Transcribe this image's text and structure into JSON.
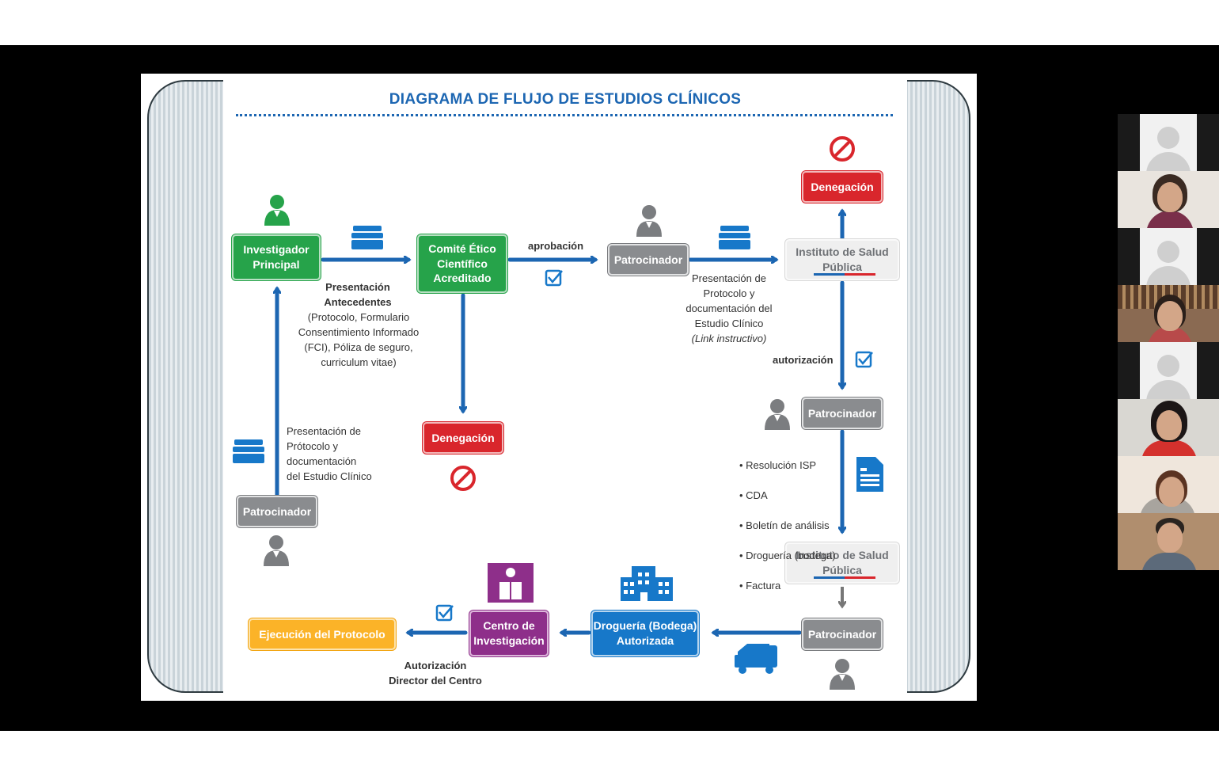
{
  "slide": {
    "title": "DIAGRAMA DE FLUJO DE ESTUDIOS CLÍNICOS",
    "nodes": {
      "investigador": "Investigador\nPrincipal",
      "comite": "Comité Ético\nCientífico\nAcreditado",
      "patrocinador_top": "Patrocinador",
      "isp_top": "Instituto de Salud\nPública",
      "denegacion_top": "Denegación",
      "denegacion_mid": "Denegación",
      "patrocinador_left": "Patrocinador",
      "patrocinador_right": "Patrocinador",
      "isp_bottom": "Instituto de Salud\nPública",
      "patrocinador_bottom": "Patrocinador",
      "drogueria": "Droguería (Bodega)\nAutorizada",
      "centro": "Centro de\nInvestigación",
      "ejecucion": "Ejecución del Protocolo"
    },
    "labels": {
      "presentacion_title": "Presentación\nAntecedentes",
      "presentacion_detail": "(Protocolo, Formulario\nConsentimiento Informado\n(FCI), Póliza de seguro,\ncurriculum vitae)",
      "aprobacion": "aprobación",
      "presentacion_protocolo_right": "Presentación de\nProtocolo y\ndocumentación del\nEstudio Clínico",
      "link_instructivo": "(Link  instructivo)",
      "autorizacion": "autorización",
      "presentacion_protocolo_left": "Presentación de\nPrótocolo y\ndocumentación\ndel Estudio Clínico",
      "autorizacion_director": "Autorización\nDirector del Centro"
    },
    "documents": [
      "Resolución ISP",
      "CDA",
      "Boletín de análisis",
      "Droguería (bodega)",
      "Factura"
    ]
  },
  "colors": {
    "arrow": "#1c66b2",
    "green": "#26a34a",
    "red": "#d9262c",
    "gray": "#8a8c8f",
    "blue": "#1778c9",
    "purple": "#8e2f8a",
    "orange": "#fbb328"
  },
  "participants": [
    {
      "type": "avatar",
      "icon": "user-silhouette-icon"
    },
    {
      "type": "video"
    },
    {
      "type": "avatar",
      "icon": "user-silhouette-icon"
    },
    {
      "type": "video"
    },
    {
      "type": "avatar",
      "icon": "user-silhouette-icon"
    },
    {
      "type": "video"
    },
    {
      "type": "video"
    },
    {
      "type": "video"
    }
  ]
}
